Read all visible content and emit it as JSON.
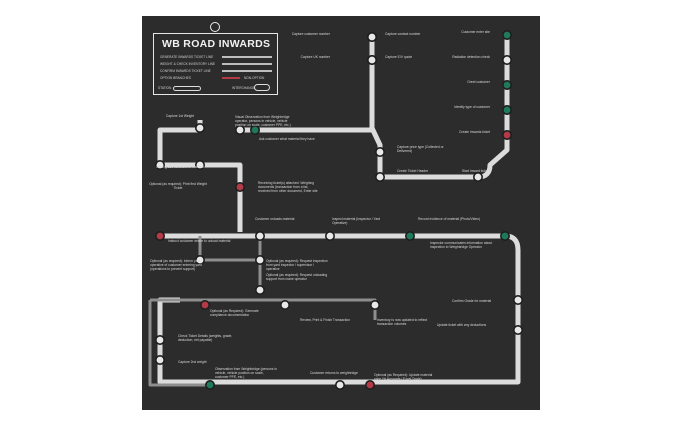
{
  "legend": {
    "title": "WB ROAD INWARDS",
    "lines": [
      {
        "label": "GENERATE INWARDS TICKET LINE"
      },
      {
        "label": "WEIGHT & CHECK INVENTORY LINE"
      },
      {
        "label": "CONFIRM INWARDS TICKET LINE"
      },
      {
        "label": "OPTION BRANCHES"
      }
    ],
    "non_option_label": "NON-OPTION",
    "station_label": "STATION",
    "interchange_label": "INTERCHANGE"
  },
  "colors": {
    "board": "#2c2c2c",
    "track": "#dcdcdc",
    "branch_track": "#8e8e8e",
    "station_green": "#1f7a5c",
    "station_red": "#b43a48",
    "station_white": "#e8e8e8"
  },
  "stations": [
    {
      "label": "Capture customer number",
      "color": "white"
    },
    {
      "label": "Capture contact number",
      "color": "white"
    },
    {
      "label": "Customer enter site",
      "color": "green"
    },
    {
      "label": "Capture UK number",
      "color": "white"
    },
    {
      "label": "Capture E/V quote",
      "color": "white"
    },
    {
      "label": "Radiation detection check",
      "color": "white"
    },
    {
      "label": "Greet customer",
      "color": "green"
    },
    {
      "label": "Identify type of customer",
      "color": "green"
    },
    {
      "label": "Create Inwards ticket",
      "color": "red"
    },
    {
      "label": "Capture 1st Weight",
      "color": "white"
    },
    {
      "label": "Visual Observation from Weighbridge operator, persons in vehicle, vehicle position on scale, customer PPE, etc.)",
      "color": "white"
    },
    {
      "label": "Ask customer what material they have",
      "color": "green"
    },
    {
      "label": "Capture price type (Collected or Delivered)",
      "color": "white"
    },
    {
      "label": "Create Ticket Header",
      "color": "white"
    },
    {
      "label": "Start Inward ticket",
      "color": "white"
    },
    {
      "label": "Initial grade selected for material",
      "color": "white"
    },
    {
      "label": "Optional (as required): Print first Weight Ticket",
      "color": "white"
    },
    {
      "label": "Receiving ticket(s) attached: Weighing documents (transaction from a list, received from other document, Enter site or external supplier (purchase)",
      "color": "red"
    },
    {
      "label": "Customer unloads material",
      "color": "white"
    },
    {
      "label": "Inspect material (Inspector / Yard Operative)",
      "color": "white"
    },
    {
      "label": "Record evidence of material (Photo/Video)",
      "color": "green"
    },
    {
      "label": "Instruct customer where to unload material",
      "color": "red"
    },
    {
      "label": "Optional (as required): Inform yard operative of customer entering yard (operations to prevent support)",
      "color": "white"
    },
    {
      "label": "Optional (as required): Request inspection from yard inspector / supervisor / operative",
      "color": "white"
    },
    {
      "label": "Optional (as required): Request unloading support from crane operator",
      "color": "white"
    },
    {
      "label": "Inspector communicates information about inspection to Weighbridge Operator",
      "color": "green"
    },
    {
      "label": "Confirm Grade for material",
      "color": "white"
    },
    {
      "label": "Optional (as Required): Generate compliance documentation",
      "color": "red"
    },
    {
      "label": "Review, Print & Finish Transaction",
      "color": "white"
    },
    {
      "label": "Inventory is now updated to reflect transaction volumes",
      "color": "white"
    },
    {
      "label": "Update ticket with any deductions",
      "color": "white"
    },
    {
      "label": "Check Ticket Details (weights, grade, deduction, net payable)",
      "color": "white"
    },
    {
      "label": "Capture 2nd weight",
      "color": "white"
    },
    {
      "label": "Observation from Weighbridge (persons in vehicle, vehicle position on scale, customer PPE, etc.)",
      "color": "green"
    },
    {
      "label": "Customer returns to weighbridge",
      "color": "white"
    },
    {
      "label": "Optional (as Required): Update material price (% Accounts / Excel Trade)",
      "color": "red"
    }
  ]
}
